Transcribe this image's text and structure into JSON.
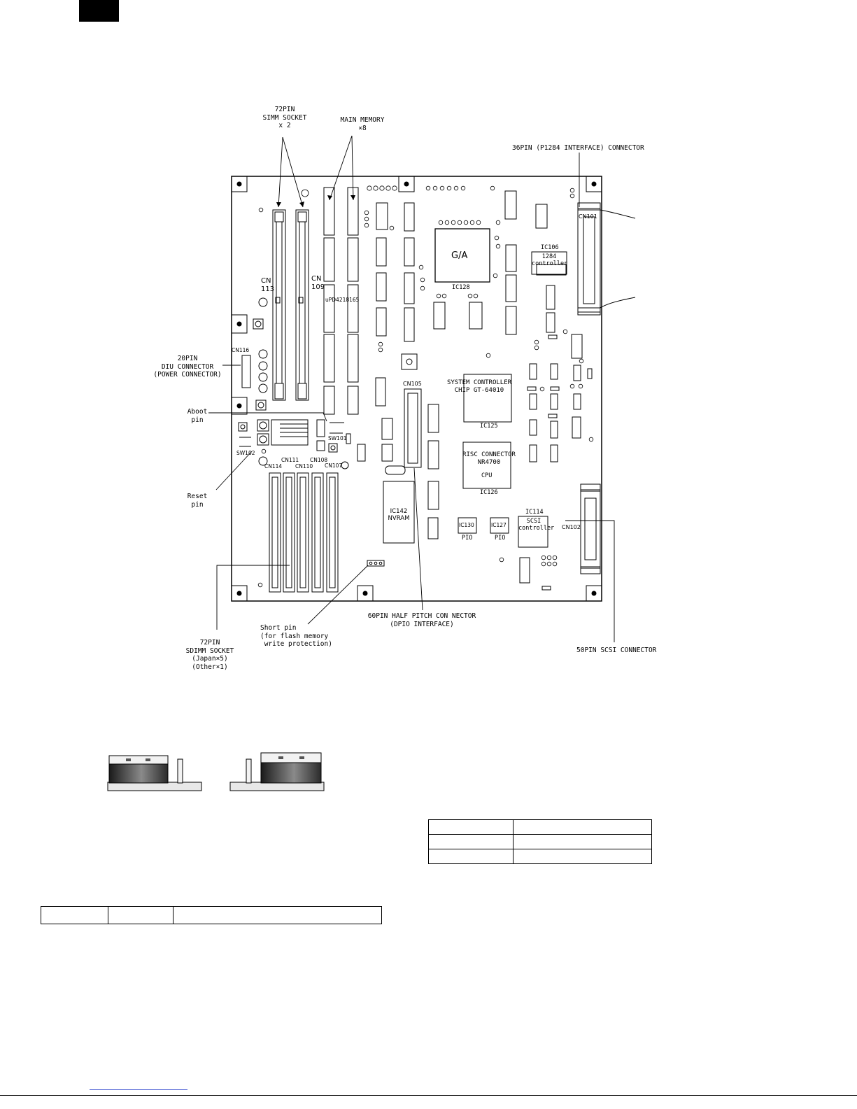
{
  "callouts": {
    "simm_socket": "72PIN\nSIMM SOCKET\nx 2",
    "main_memory": "MAIN MEMORY\n×8",
    "p1284_connector": "36PIN  (P1284 INTERFACE) CONNECTOR",
    "diu_connector": "20PIN\nDIU CONNECTOR\n(POWER CONNECTOR)",
    "aboot_pin": "Aboot\npin",
    "reset_pin": "Reset\npin",
    "sdimm_socket": "72PIN\nSDIMM SOCKET\n(Japan×5)\n(Other×1)",
    "short_pin": "Short pin\n(for flash memory\n write protection)",
    "half_pitch_connector": "60PIN HALF PITCH CON NECTOR\n(DPIO INTERFACE)",
    "scsi_connector": "50PIN SCSI CONNECTOR"
  },
  "board": {
    "cn113": "CN\n113",
    "cn109": "CN\n109",
    "cn116": "CN116",
    "cn101": "CN101",
    "cn105": "CN105",
    "cn102": "CN102",
    "cn114": "CN114",
    "cn111": "CN111",
    "cn110": "CN110",
    "cn108": "CN108",
    "cn107": "CN107",
    "sw101": "SW101",
    "sw102": "SW102",
    "memory_chip": "uPD4218165",
    "ga": "G/A",
    "ic128": "IC128",
    "ic106": "IC106",
    "ic106_desc": "1284\ncontroller",
    "system_controller": "SYSTEM CONTROLLER\nCHIP GT-64010",
    "ic125": "IC125",
    "risc": "RISC CONNECTOR\nNR4700",
    "cpu": "CPU",
    "ic126": "IC126",
    "ic142": "IC142\nNVRAM",
    "ic130": "IC130",
    "ic127": "IC127",
    "pio": "PIO",
    "ic114": "IC114",
    "scsi_ctrl": "SCSI\ncontroller"
  }
}
